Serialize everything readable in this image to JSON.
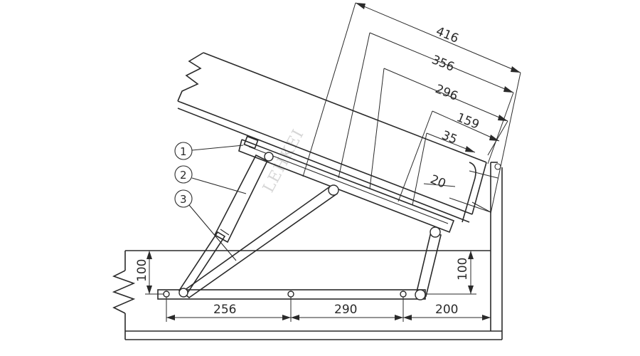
{
  "drawing": {
    "watermark": "LEHKEI",
    "callouts": [
      "1",
      "2",
      "3"
    ],
    "dimensions": {
      "lid": [
        "416",
        "356",
        "296",
        "159",
        "35",
        "20"
      ],
      "base_horizontal": [
        "256",
        "290",
        "200"
      ],
      "vertical_left": "100",
      "vertical_right": "100"
    }
  }
}
